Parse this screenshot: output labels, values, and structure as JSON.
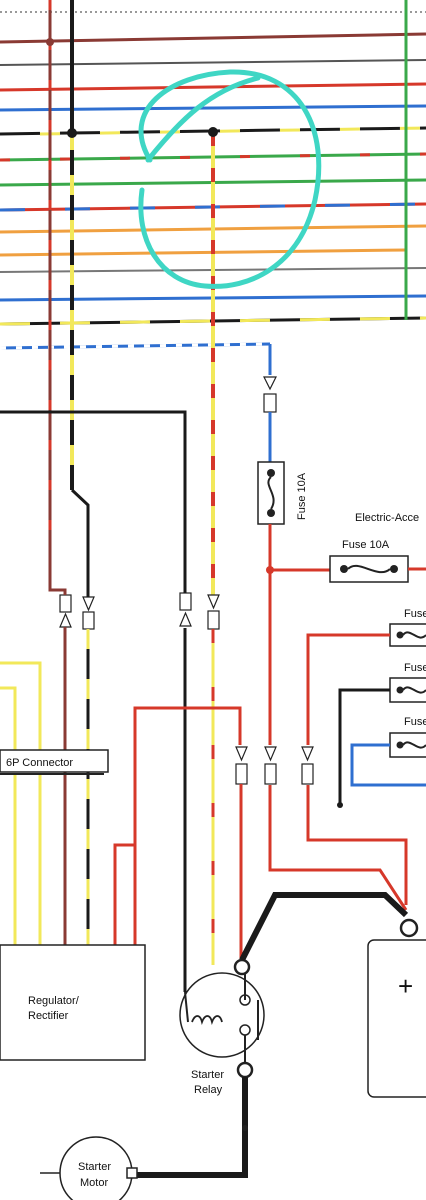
{
  "labels": {
    "fuse_main": "Fuse 10A",
    "fuse_accessory": "Fuse 10A",
    "fuse_a": "Fuse",
    "fuse_b": "Fuse",
    "fuse_c": "Fuse",
    "electric_accessory": "Electric-Acce",
    "connector_6p": "6P Connector",
    "regulator_line1": "Regulator/",
    "regulator_line2": "Rectifier",
    "starter_relay_line1": "Starter",
    "starter_relay_line2": "Relay",
    "starter_motor_line1": "Starter",
    "starter_motor_line2": "Motor",
    "battery_plus": "+"
  },
  "colors": {
    "red": "#d6382a",
    "yellow": "#f2e85a",
    "black": "#1a1a1a",
    "blue": "#2f6fd0",
    "green": "#3aa84a",
    "orange": "#f0a040",
    "brown": "#8a3a34",
    "highlight": "#3fd6c4"
  },
  "icons": {
    "fuse": "fuse-symbol",
    "connector": "connector-arrow",
    "relay_coil": "coil-symbol",
    "terminal": "terminal-ring"
  }
}
